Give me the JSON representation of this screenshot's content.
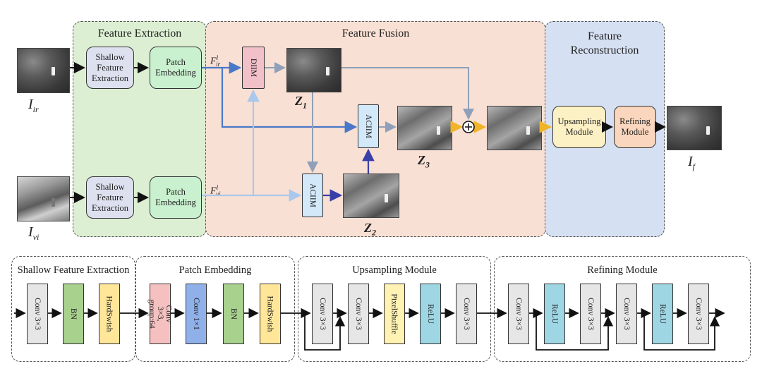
{
  "colors": {
    "extraction_bg": "#dcefd2",
    "fusion_bg": "#f9e0d4",
    "reconstruction_bg": "#d6e0f3",
    "patch_box": "#c9f0cf",
    "shallow_box": "#dde0ee",
    "diim_box": "#f1c0c8",
    "aciim_box": "#d3e8f8",
    "upsampling_box": "#fcf1c5",
    "refining_box": "#f9d6bd",
    "conv_fill": "#e6e6e6",
    "bn_fill": "#a9d18e",
    "hardswish_fill": "#ffe699",
    "group_conv_fill": "#f4c0c0",
    "conv1x1_fill": "#8fb0e8",
    "pixelshuffle_fill": "#fff2b3",
    "relu_fill": "#9fd6e4",
    "arrow_blue_dark": "#3a3fa8",
    "arrow_blue_mid": "#4a78c8",
    "arrow_blue_light": "#a9c8ec",
    "arrow_gray": "#8fa0b8",
    "arrow_orange": "#f0b429"
  },
  "top": {
    "extraction_title": "Feature Extraction",
    "fusion_title": "Feature Fusion",
    "reconstruction_title_line1": "Feature",
    "reconstruction_title_line2": "Reconstruction",
    "shallow_label": "Shallow\nFeature\nExtraction",
    "patch_label": "Patch\nEmbedding",
    "diim_label": "DIIM",
    "aciim_label": "ACIIM",
    "upsampling_label": "Upsampling\nModule",
    "refining_label": "Refining\nModule",
    "labels": {
      "ir_main": "I",
      "ir_sub": "ir",
      "vi_main": "I",
      "vi_sub": "vi",
      "f_main": "I",
      "f_sub": "f",
      "fir_main": "F",
      "fir_sub": "ir",
      "fir_sup": "l",
      "fvi_main": "F",
      "fvi_sub": "vi",
      "fvi_sup": "l",
      "z1_main": "Z",
      "z1_sub": "1",
      "z2_main": "Z",
      "z2_sub": "2",
      "z3_main": "Z",
      "z3_sub": "3"
    }
  },
  "bottom": {
    "shallow_title": "Shallow Feature Extraction",
    "patch_title": "Patch Embedding",
    "upsampling_title": "Upsampling Module",
    "refining_title": "Refining Module",
    "conv3": "Conv 3×3",
    "bn": "BN",
    "hardswish": "HardSwish",
    "group_conv": "Conv 3×3,\ngroup:64",
    "conv1": "Conv 1×1",
    "pixelshuffle": "PixelShuffle",
    "relu": "ReLU"
  }
}
